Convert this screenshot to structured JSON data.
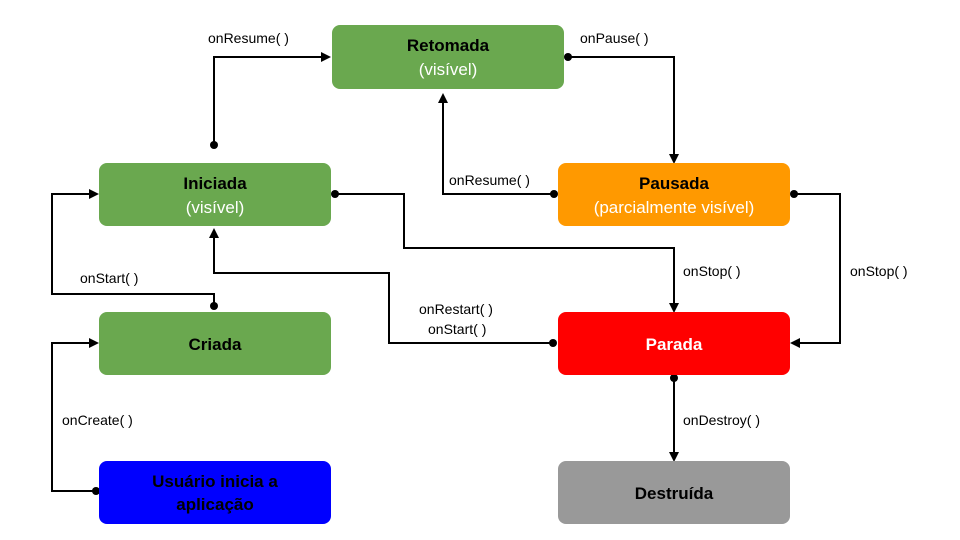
{
  "colors": {
    "green": "#6aa84f",
    "orange": "#ff9900",
    "red": "#ff0000",
    "blue": "#0000ff",
    "gray": "#999999",
    "text_dark": "#000000",
    "text_light": "#ffffff"
  },
  "nodes": {
    "retomada": {
      "title": "Retomada",
      "subtitle": "(visível)",
      "color": "#6aa84f"
    },
    "iniciada": {
      "title": "Iniciada",
      "subtitle": "(visível)",
      "color": "#6aa84f"
    },
    "pausada": {
      "title": "Pausada",
      "subtitle": "(parcialmente visível)",
      "color": "#ff9900"
    },
    "criada": {
      "title": "Criada",
      "color": "#6aa84f"
    },
    "parada": {
      "title": "Parada",
      "color": "#ff0000"
    },
    "usuario": {
      "title_line1": "Usuário inicia a",
      "title_line2": "aplicação",
      "color": "#0000ff"
    },
    "destruida": {
      "title": "Destruída",
      "color": "#999999"
    }
  },
  "edges": {
    "iniciada_to_retomada": "onResume( )",
    "retomada_to_pausada": "onPause( )",
    "pausada_to_retomada": "onResume( )",
    "criada_to_iniciada": "onStart( )",
    "iniciada_to_parada": "onStop( )",
    "pausada_to_parada": "onStop( )",
    "parada_to_iniciada_line1": "onRestart( )",
    "parada_to_iniciada_line2": "onStart( )",
    "usuario_to_criada": "onCreate( )",
    "parada_to_destruida": "onDestroy( )"
  }
}
